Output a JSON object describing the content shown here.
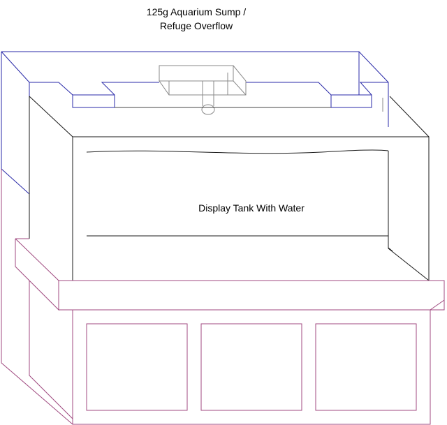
{
  "title": {
    "line1": "125g Aquarium Sump /",
    "line2": "Refuge Overflow"
  },
  "tank_label": "Display Tank With Water",
  "colors": {
    "tank": "#1a1a1a",
    "canopy": "#2a2aa8",
    "stand": "#a04a80"
  }
}
